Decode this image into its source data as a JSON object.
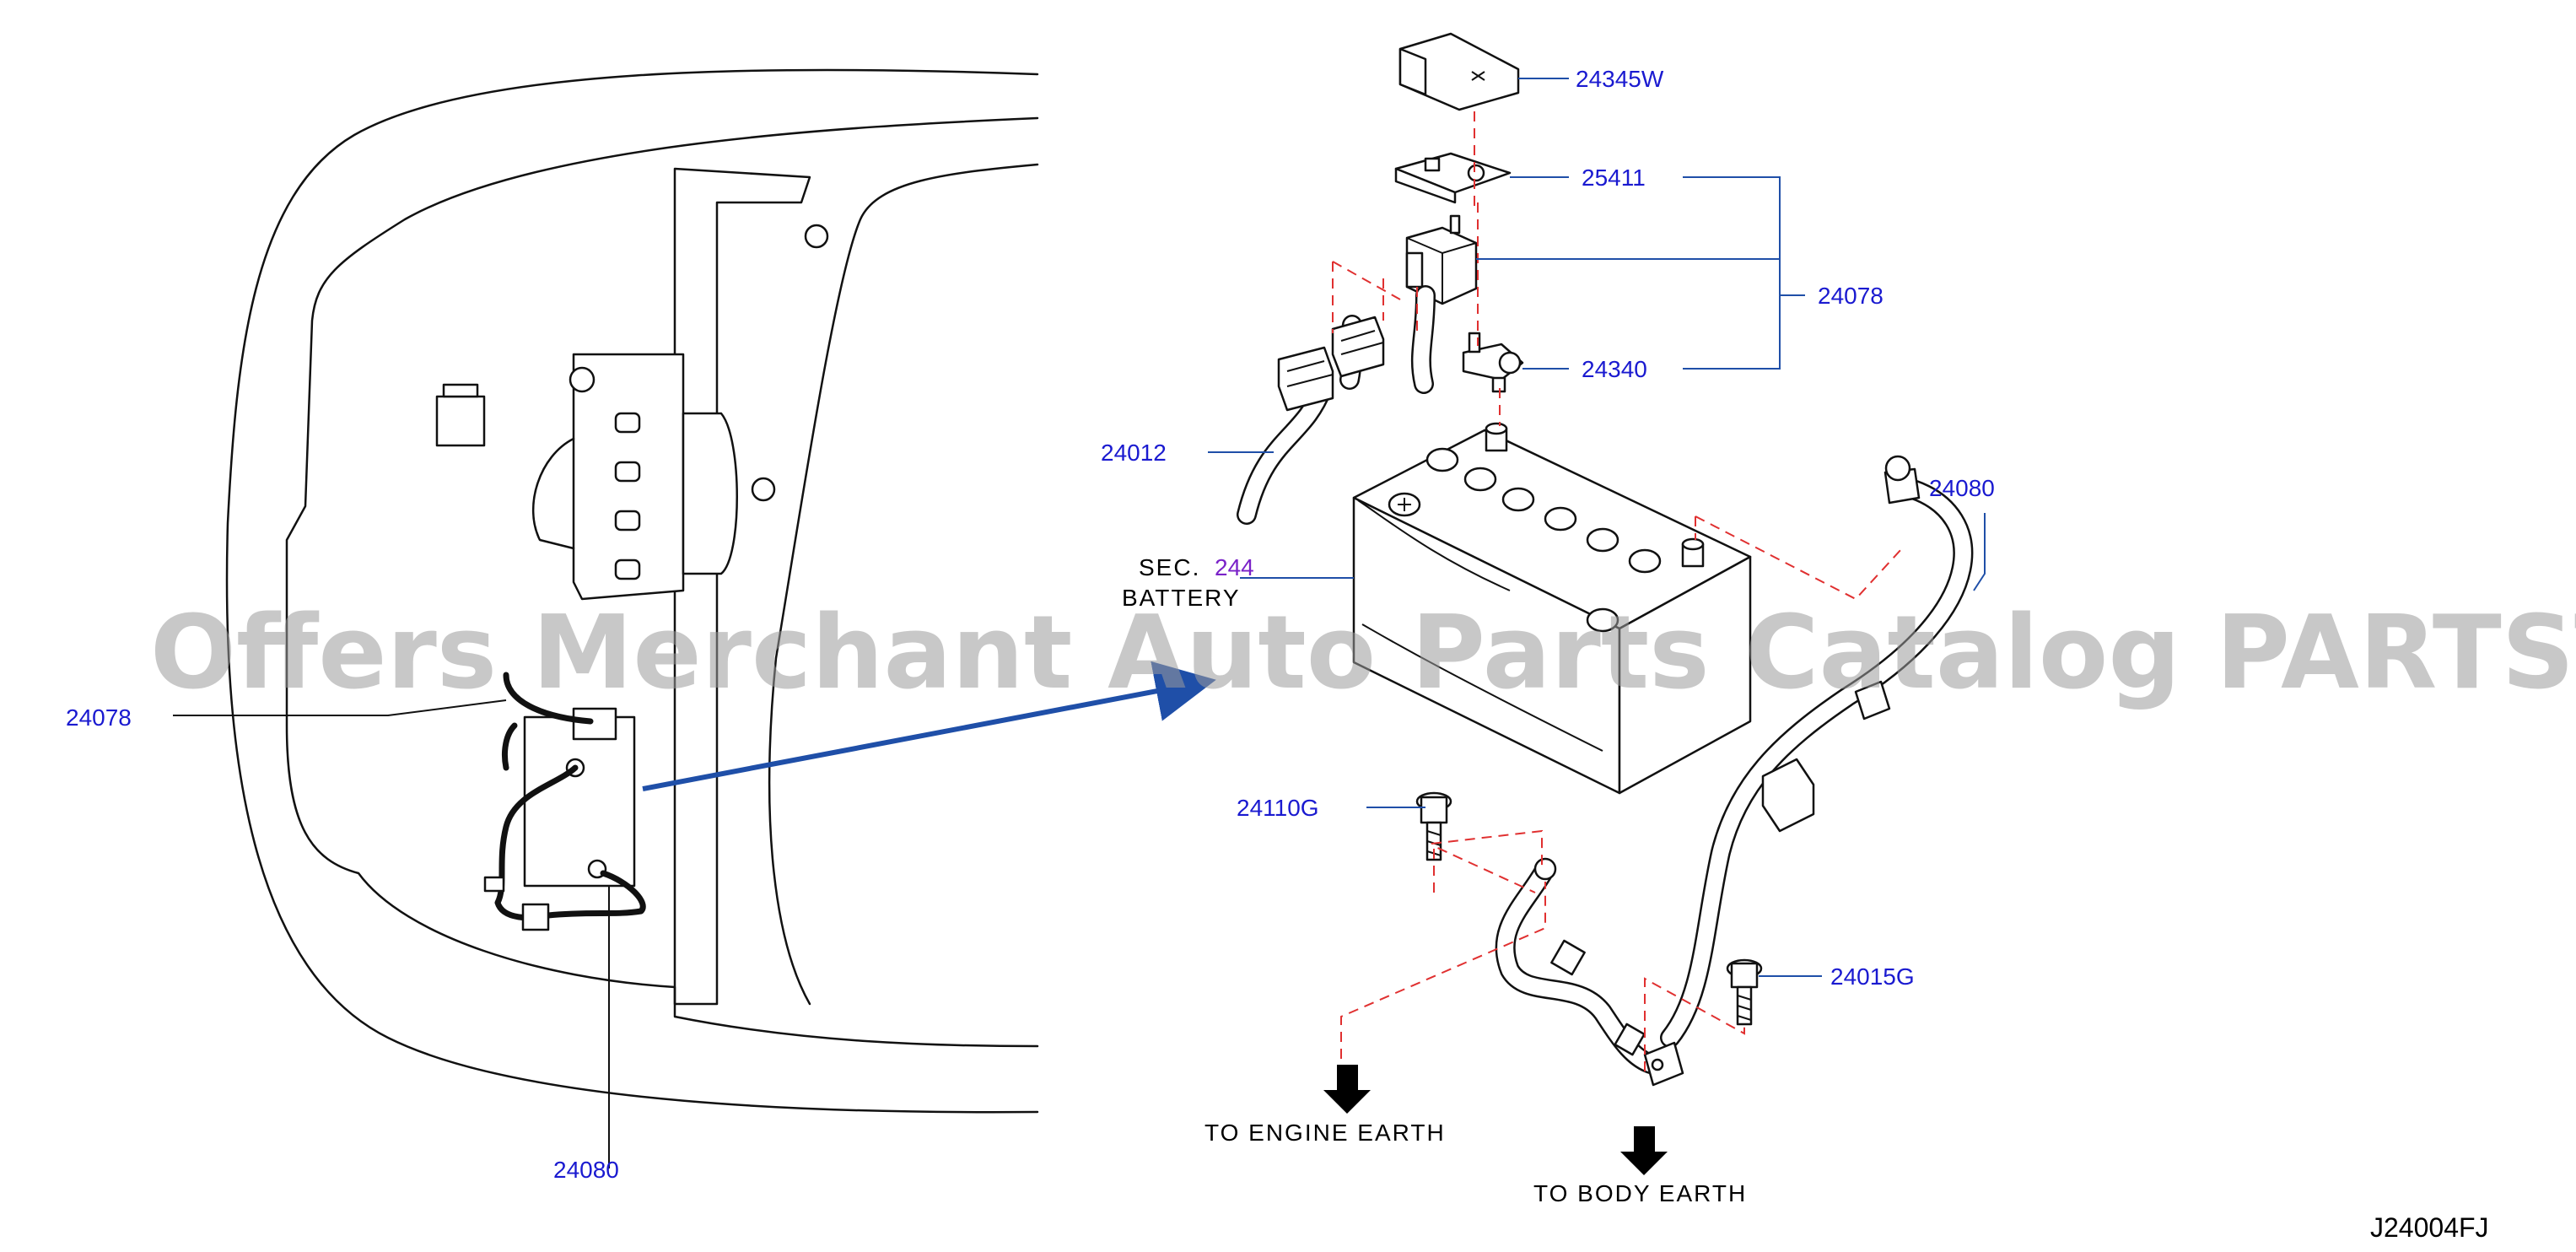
{
  "diagram_code": "J24004FJ",
  "watermark": "Offers Merchant Auto Parts Catalog PARTSTORE.SA",
  "parts": {
    "terminal_cover": "24345W",
    "fuse_terminal": "25411",
    "harness_assembly": "24078",
    "terminal_clamp": "24340",
    "harness_cable": "24012",
    "earth_cable": "24080",
    "bolt_engine": "24110G",
    "bolt_body": "24015G"
  },
  "overview_labels": {
    "harness": "24078",
    "earth_cable": "24080"
  },
  "section_ref": {
    "prefix": "SEC.",
    "number": "244",
    "name": "BATTERY"
  },
  "destinations": {
    "engine_earth": "TO  ENGINE  EARTH",
    "body_earth": "TO  BODY  EARTH"
  },
  "colors": {
    "part_number": "#1a1ad0",
    "section_number": "#7a22c8",
    "leader_line": "#1f4fa8",
    "hidden_line": "#e03030",
    "arrow": "#1f4fa8"
  }
}
